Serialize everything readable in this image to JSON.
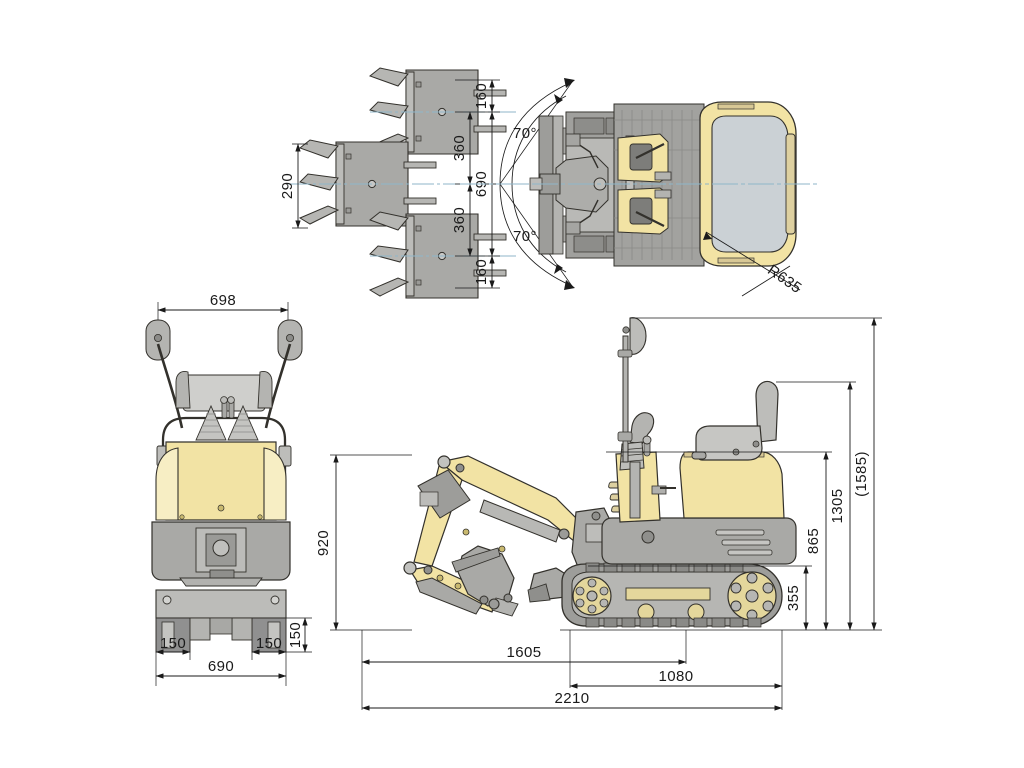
{
  "drawing": {
    "title": "Mini Excavator Dimensional Drawing",
    "units": "mm",
    "colors": {
      "body_yellow": "#f2e3a4",
      "body_yellow_light": "#f7eec4",
      "metal_gray": "#a9a9a6",
      "metal_gray_dark": "#8e8e8b",
      "metal_gray_light": "#c8c8c6",
      "glass_gray": "#c9cfd3",
      "outline": "#33312c",
      "dimension_line": "#1a1a1a",
      "centerline": "#8fb6c9",
      "background": "#ffffff"
    },
    "views": {
      "top": {
        "name": "top-view",
        "label": ""
      },
      "front": {
        "name": "front-view",
        "label": ""
      },
      "side": {
        "name": "side-view",
        "label": ""
      },
      "buckets": {
        "name": "bucket-swing-detail",
        "label": ""
      }
    }
  },
  "dimensions": {
    "bucket_detail": [
      {
        "id": "d-290",
        "value": "290",
        "orientation": "vertical",
        "view": "bucket-swing-detail"
      },
      {
        "id": "d-160a",
        "value": "160",
        "orientation": "vertical",
        "view": "bucket-swing-detail"
      },
      {
        "id": "d-360a",
        "value": "360",
        "orientation": "vertical",
        "view": "bucket-swing-detail"
      },
      {
        "id": "d-690t",
        "value": "690",
        "orientation": "vertical",
        "view": "bucket-swing-detail"
      },
      {
        "id": "d-360b",
        "value": "360",
        "orientation": "vertical",
        "view": "bucket-swing-detail"
      },
      {
        "id": "d-160b",
        "value": "160",
        "orientation": "vertical",
        "view": "bucket-swing-detail"
      }
    ],
    "top_view": [
      {
        "id": "a-70a",
        "value": "70°",
        "orientation": "angle",
        "view": "top-view"
      },
      {
        "id": "a-70b",
        "value": "70°",
        "orientation": "angle",
        "view": "top-view"
      },
      {
        "id": "r-635",
        "value": "R635",
        "orientation": "radius",
        "view": "top-view"
      }
    ],
    "front_view": [
      {
        "id": "d-698",
        "value": "698",
        "orientation": "horizontal",
        "view": "front-view"
      },
      {
        "id": "d-690f",
        "value": "690",
        "orientation": "horizontal",
        "view": "front-view"
      },
      {
        "id": "d-150l",
        "value": "150",
        "orientation": "horizontal",
        "view": "front-view"
      },
      {
        "id": "d-150r",
        "value": "150",
        "orientation": "horizontal",
        "view": "front-view"
      },
      {
        "id": "d-150v",
        "value": "150",
        "orientation": "vertical",
        "view": "front-view"
      }
    ],
    "side_view": [
      {
        "id": "d-920",
        "value": "920",
        "orientation": "vertical",
        "view": "side-view"
      },
      {
        "id": "d-1585",
        "value": "(1585)",
        "orientation": "vertical",
        "view": "side-view"
      },
      {
        "id": "d-1305",
        "value": "1305",
        "orientation": "vertical",
        "view": "side-view"
      },
      {
        "id": "d-865",
        "value": "865",
        "orientation": "vertical",
        "view": "side-view"
      },
      {
        "id": "d-355",
        "value": "355",
        "orientation": "vertical",
        "view": "side-view"
      },
      {
        "id": "d-1605",
        "value": "1605",
        "orientation": "horizontal",
        "view": "side-view"
      },
      {
        "id": "d-1080",
        "value": "1080",
        "orientation": "horizontal",
        "view": "side-view"
      },
      {
        "id": "d-2210",
        "value": "2210",
        "orientation": "horizontal",
        "view": "side-view"
      }
    ]
  },
  "labels": {
    "v290": "290",
    "v160a": "160",
    "v360a": "360",
    "v690t": "690",
    "v360b": "360",
    "v160b": "160",
    "ang70a": "70°",
    "ang70b": "70°",
    "r635": "R635",
    "v698": "698",
    "v690f": "690",
    "v150l": "150",
    "v150r": "150",
    "v150v": "150",
    "v920": "920",
    "v1585": "(1585)",
    "v1305": "1305",
    "v865": "865",
    "v355": "355",
    "v1605": "1605",
    "v1080": "1080",
    "v2210": "2210"
  }
}
